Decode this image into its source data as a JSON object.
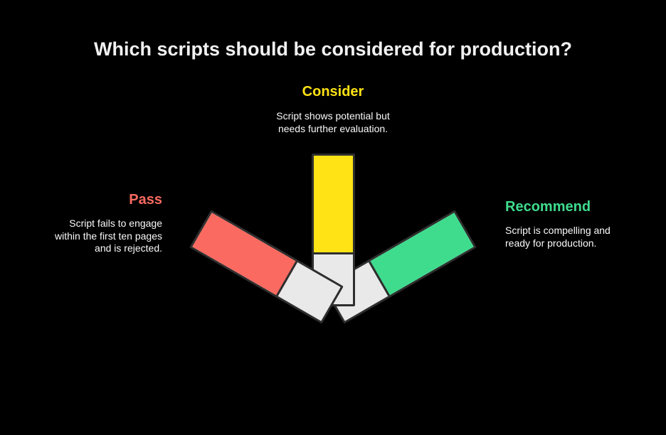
{
  "title": "Which scripts should be considered for production?",
  "branches": {
    "consider": {
      "label": "Consider",
      "description_lines": [
        "Script shows potential but",
        "needs further evaluation."
      ],
      "color": "#ffe314"
    },
    "pass": {
      "label": "Pass",
      "description_lines": [
        "Script fails to engage",
        "within the first ten pages",
        "and is rejected."
      ],
      "color": "#fa6a60"
    },
    "recommend": {
      "label": "Recommend",
      "description_lines": [
        "Script is compelling and",
        "ready for production."
      ],
      "color": "#3fdc8e"
    }
  },
  "colors": {
    "background": "#000000",
    "title_text": "#f1f1f1",
    "body_text": "#fafafa",
    "bar_outline": "#2e2e2e",
    "bar_base": "#e9e9e9",
    "consider_fill": "#ffe314",
    "pass_fill": "#fa6a60",
    "recommend_fill": "#3fdc8e"
  }
}
